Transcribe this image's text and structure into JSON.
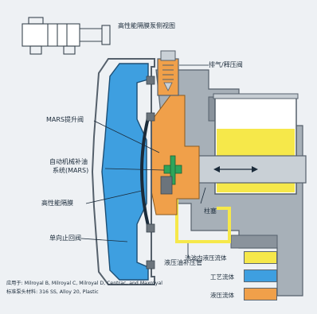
{
  "labels": {
    "side_view": "高性能隔膜泵侧视图",
    "exhaust_valve": "排气/释压阀",
    "mars_lift_valve": "MARS提升阀",
    "auto_mech_refill_1": "自动机械补油",
    "auto_mech_refill_2": "系统(MARS)",
    "hp_diaphragm": "高性能隔膜",
    "check_valve": "单向止回阀",
    "plunger": "柱塞",
    "hydraulic_refill_tube": "液压油补压管"
  },
  "legend": [
    {
      "label": "油池内液压流体",
      "color": "#f6e84a"
    },
    {
      "label": "工艺流体",
      "color": "#3e9fe0"
    },
    {
      "label": "液压流体",
      "color": "#f0a04a"
    }
  ],
  "footnote": {
    "line1": "应用于: Milroyal B, Milroyal C, Milroyal D, Centrac, and Maxroyal",
    "line2": "标准泵头材料: 316 SS, Alloy 20, Plastic"
  },
  "colors": {
    "reservoir_yellow": "#f6e84a",
    "process_blue": "#3e9fe0",
    "hydraulic_orange": "#f0a04a",
    "diaphragm_green": "#2fa45a",
    "casing_gray": "#9aa3ab"
  }
}
